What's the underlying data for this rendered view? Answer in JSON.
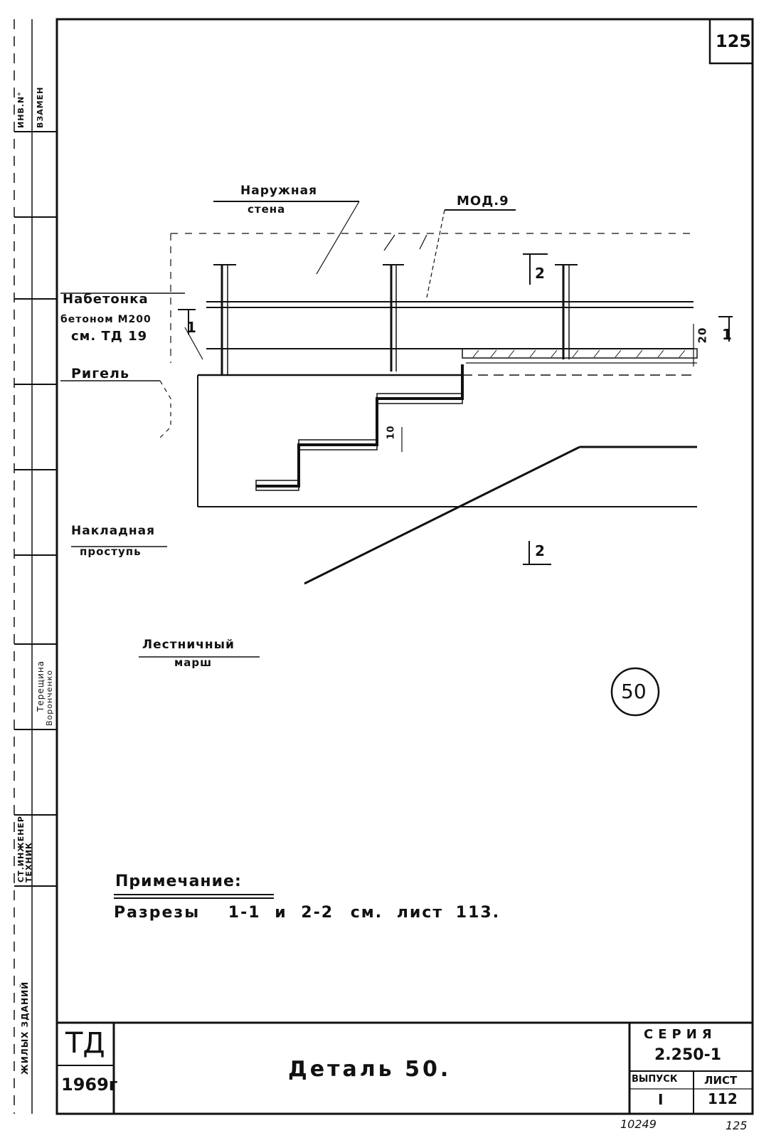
{
  "sheet": {
    "page_number": "125",
    "top_corner_number": "125",
    "bottom_left_number": "10249",
    "bottom_right_number": "125"
  },
  "side_strip": {
    "inv_no": "ИНВ.N°",
    "vzamen": "ВЗАМЕН",
    "st_inzhener": "СТ.ИНЖЕНЕР",
    "tehnik": "ТЕХНИК",
    "name_1": "Терещина",
    "name_2": "Воронченко",
    "project_title": "ЖИЛЫХ ЗДАНИЙ"
  },
  "labels": {
    "outer_wall_1": "Наружная",
    "outer_wall_2": "стена",
    "mdl": "МОД.9",
    "section_top": "2",
    "nabetonka_1": "Набетонка",
    "nabetonka_2": "бетоном М200",
    "nabetonka_3": "см. ТД 19",
    "section_left": "1",
    "dim_20": "20",
    "section_right": "1",
    "rigel": "Ригель",
    "dim_10": "10",
    "nakladnaya_1": "Накладная",
    "nakladnaya_2": "проступь",
    "section_bottom": "2",
    "marsh_1": "Лестничный",
    "marsh_2": "марш",
    "detail_circle": "50"
  },
  "note": {
    "heading": "Примечание:",
    "text_prefix": "Разрезы",
    "cut_1": "1-1",
    "and": "и",
    "cut_2": "2-2",
    "see": "см.",
    "sheet_word": "лист",
    "sheet_no": "113."
  },
  "title_block": {
    "td": "ТД",
    "year": "1969г",
    "title": "Деталь 50.",
    "seria_label": "СЕРИЯ",
    "seria_value": "2.250-1",
    "vypusk_label": "ВЫПУСК",
    "vypusk_value": "I",
    "list_label": "ЛИСТ",
    "list_value": "112"
  }
}
